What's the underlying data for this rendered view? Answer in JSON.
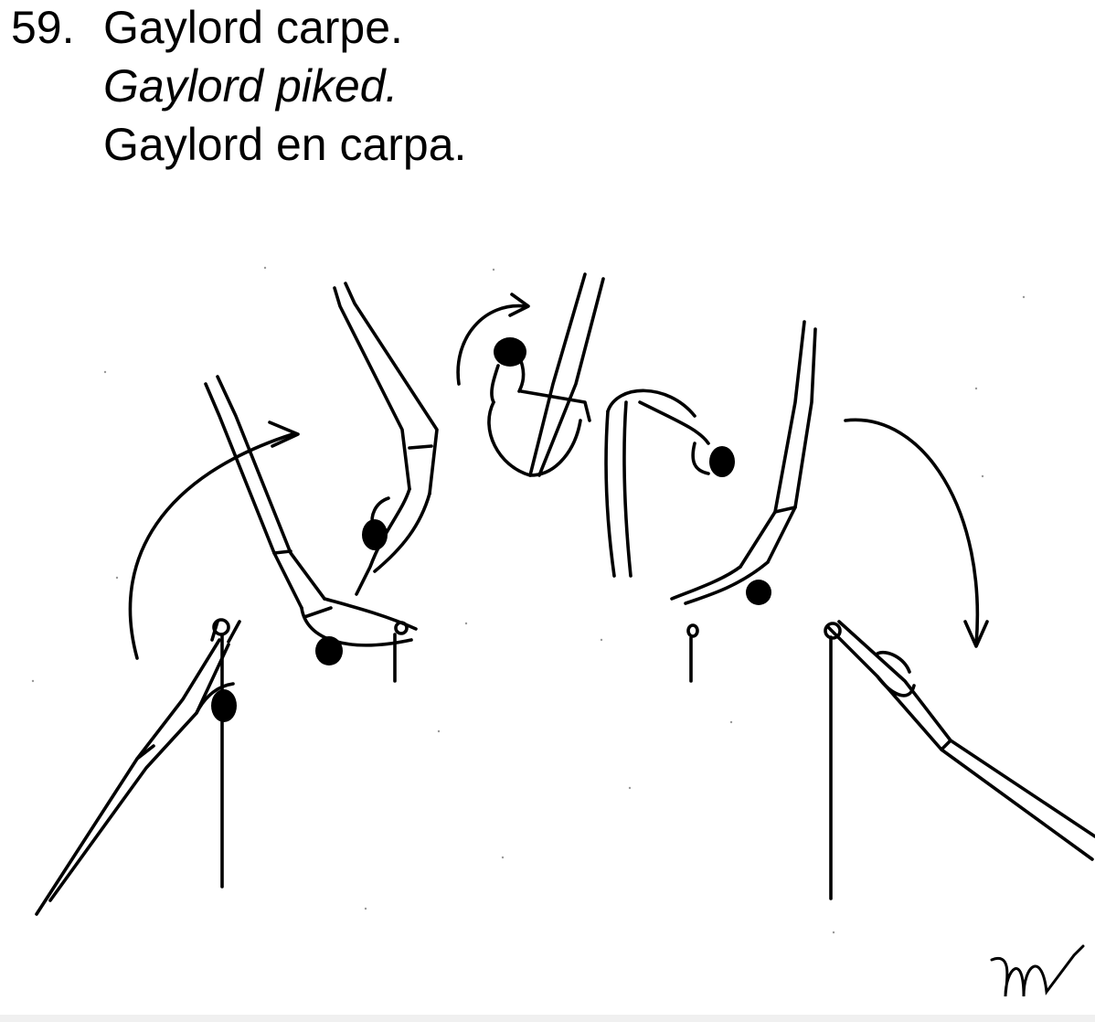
{
  "caption": {
    "number": "59.",
    "fr": "Gaylord carpe.",
    "en": "Gaylord piked.",
    "es": "Gaylord en carpa."
  },
  "figure": {
    "content": "gymnast performing Gaylord piked release over horizontal bar",
    "phases": 7,
    "arrows": [
      "swing-up-arrow",
      "rotation-arrow",
      "descent-arrow"
    ]
  },
  "signature": {
    "present": true
  }
}
